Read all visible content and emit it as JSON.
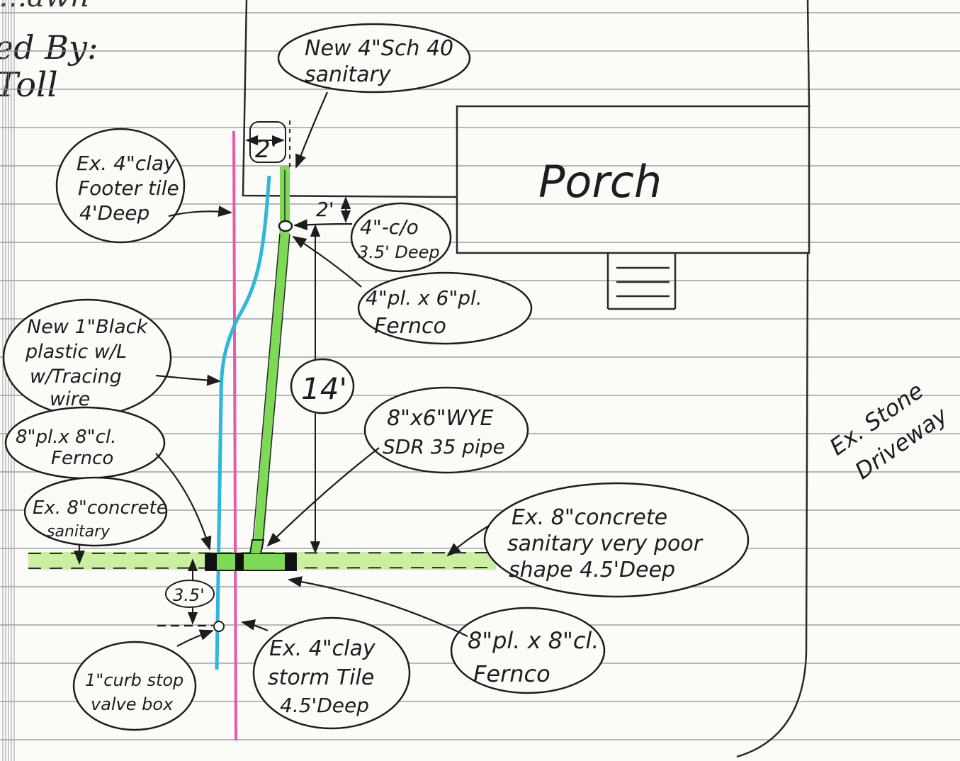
{
  "title_fragments": [
    "...awn",
    "...ed By:",
    "...Toll"
  ],
  "labels": {
    "new_sanitary": [
      "New 4\"Sch 40",
      "sanitary"
    ],
    "porch": "Porch",
    "dim_2_top": "2'",
    "dim_2_side": "2'",
    "footer_tile": [
      "Ex. 4\"clay",
      "Footer tile",
      "4'Deep"
    ],
    "cleanout": [
      "4\"-c/o",
      "3.5' Deep"
    ],
    "fernco_4x6": [
      "4\"pl. x 6\"pl.",
      "Fernco"
    ],
    "water_line": [
      "New 1\"Black",
      "plastic w/L",
      "w/Tracing",
      "wire"
    ],
    "dim_14": "14'",
    "fernco_8x8_left": [
      "8\"pl.x 8\"cl.",
      "Fernco"
    ],
    "wye": [
      "8\"x6\"WYE",
      "SDR 35 pipe"
    ],
    "ex_sanitary_left": [
      "Ex. 8\"concrete",
      "sanitary"
    ],
    "ex_sanitary_right": [
      "Ex. 8\"concrete",
      "sanitary very poor",
      "shape 4.5'Deep"
    ],
    "dim_3_5": "3.5'",
    "curb_stop": [
      "1\"curb stop",
      "valve box"
    ],
    "storm_tile": [
      "Ex. 4\"clay",
      "storm Tile",
      "4.5'Deep"
    ],
    "fernco_8x8_right": [
      "8\"pl. x 8\"cl.",
      "Fernco"
    ],
    "driveway": [
      "Ex. Stone",
      "Driveway"
    ]
  },
  "colors": {
    "paper": "#fbfbf8",
    "rule_line": "#8e8e8e",
    "ink": "#1d1d1d",
    "sanitary_new": "#7ed957",
    "sanitary_existing": "#c8f0a0",
    "water_line": "#2fb6dc",
    "storm_tile": "#e65aa8",
    "fernco": "#111111"
  },
  "legend_icons": [
    "cleanout-icon",
    "curb-stop-icon",
    "fernco-coupling-icon",
    "arrow-icon"
  ]
}
